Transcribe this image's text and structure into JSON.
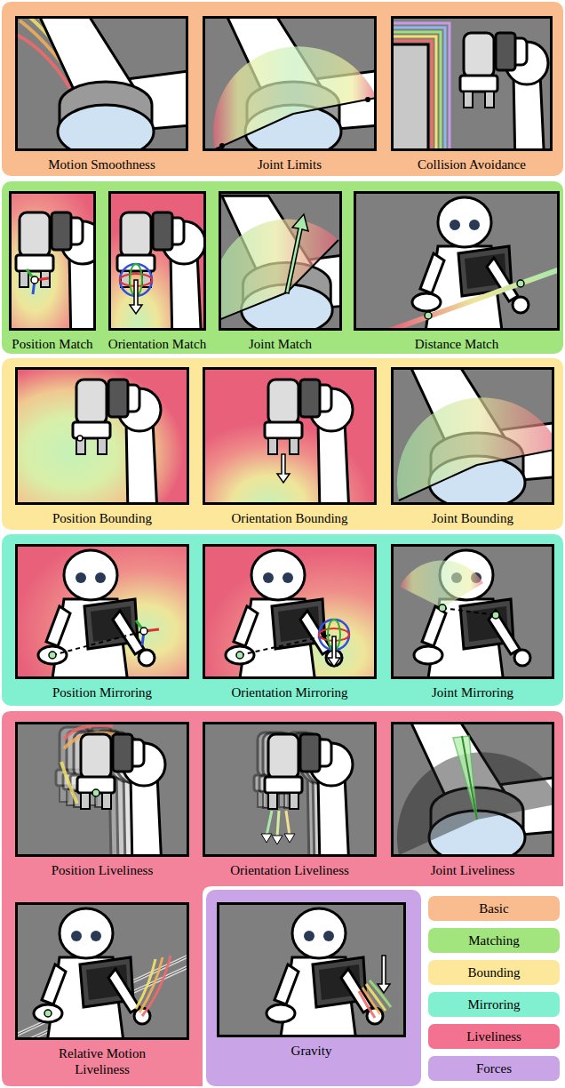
{
  "diagram": {
    "nodes": [
      {
        "text": [
          "Motion Smoothness"
        ]
      },
      {
        "text": [
          "Joint Limits"
        ]
      },
      {
        "text": [
          "Collision Avoidance"
        ]
      },
      {
        "text": [
          "Position Match"
        ]
      },
      {
        "text": [
          "Orientation Match"
        ]
      },
      {
        "text": [
          "Joint Match"
        ]
      },
      {
        "text": [
          "Distance Match"
        ]
      },
      {
        "text": [
          "Position Bounding"
        ]
      },
      {
        "text": [
          "Orientation Bounding"
        ]
      },
      {
        "text": [
          "Joint Bounding"
        ]
      },
      {
        "text": [
          "Position Mirroring"
        ]
      },
      {
        "text": [
          "Orientation Mirroring"
        ]
      },
      {
        "text": [
          "Joint Mirroring"
        ]
      },
      {
        "text": [
          "Position Liveliness"
        ]
      },
      {
        "text": [
          "Orientation Liveliness"
        ]
      },
      {
        "text": [
          "Joint Liveliness"
        ]
      },
      {
        "text": [
          "Relative Motion Liveliness"
        ]
      },
      {
        "text": [
          "Gravity"
        ]
      }
    ],
    "legend": [
      {
        "text": "Basic",
        "color": "#F9BC8E"
      },
      {
        "text": "Matching",
        "color": "#A2E47E"
      },
      {
        "text": "Bounding",
        "color": "#FDE79B"
      },
      {
        "text": "Mirroring",
        "color": "#80F0D0"
      },
      {
        "text": "Liveliness",
        "color": "#F2728F"
      },
      {
        "text": "Forces",
        "color": "#C9A5E8"
      }
    ]
  }
}
